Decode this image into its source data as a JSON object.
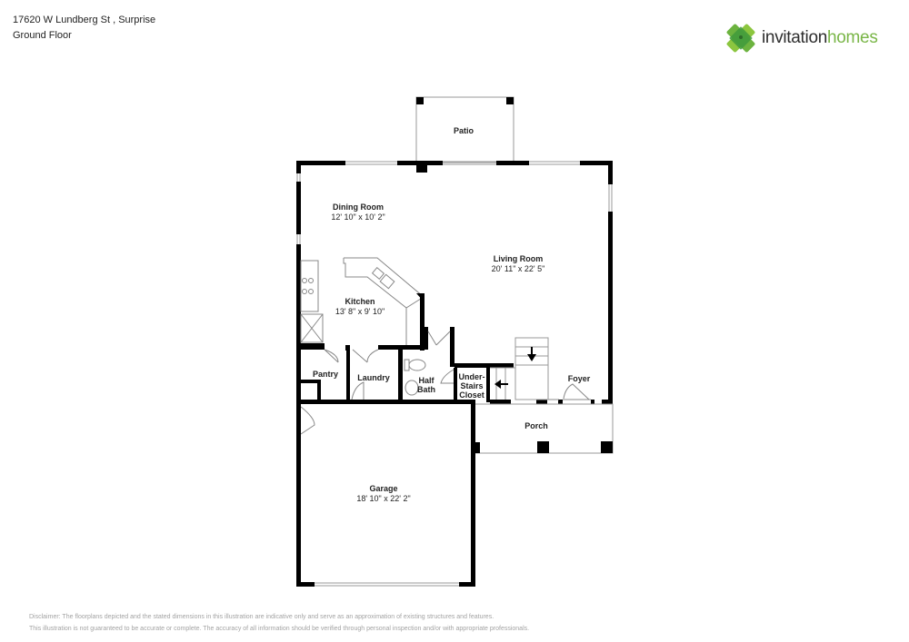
{
  "header": {
    "address": "17620 W Lundberg St , Surprise",
    "floor": "Ground Floor"
  },
  "brand": {
    "name_part1": "invitation",
    "name_part2": "homes",
    "colors": {
      "primary_green": "#7ab648",
      "dark_green": "#3f9a3c",
      "text_dark": "#2d2d2d"
    }
  },
  "floorplan": {
    "rooms": [
      {
        "id": "patio",
        "name": "Patio",
        "dimensions": ""
      },
      {
        "id": "dining-room",
        "name": "Dining Room",
        "dimensions": "12' 10\" x 10' 2\""
      },
      {
        "id": "living-room",
        "name": "Living Room",
        "dimensions": "20' 11\" x 22' 5\""
      },
      {
        "id": "kitchen",
        "name": "Kitchen",
        "dimensions": "13' 8\" x 9' 10\""
      },
      {
        "id": "pantry",
        "name": "Pantry",
        "dimensions": ""
      },
      {
        "id": "laundry",
        "name": "Laundry",
        "dimensions": ""
      },
      {
        "id": "half-bath",
        "name_line1": "Half",
        "name_line2": "Bath",
        "dimensions": ""
      },
      {
        "id": "under-stairs-closet",
        "name_line1": "Under-",
        "name_line2": "Stairs",
        "name_line3": "Closet",
        "dimensions": ""
      },
      {
        "id": "foyer",
        "name": "Foyer",
        "dimensions": ""
      },
      {
        "id": "porch",
        "name": "Porch",
        "dimensions": ""
      },
      {
        "id": "garage",
        "name": "Garage",
        "dimensions": "18' 10\" x 22' 2\""
      }
    ]
  },
  "footer": {
    "disclaimer_line1": "Disclaimer: The floorplans depicted and the stated dimensions in this illustration are indicative only and serve as an approximation of existing structures and features.",
    "disclaimer_line2": "This illustration is not guaranteed to be accurate or complete. The accuracy of all information should be verified through personal inspection and/or with appropriate professionals."
  }
}
